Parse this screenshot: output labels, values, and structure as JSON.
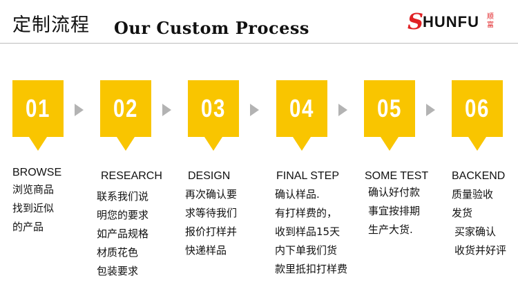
{
  "header": {
    "title_cn": "定制流程",
    "title_en": "Our Custom Process",
    "logo": {
      "mark": "S",
      "text": "HUNFU",
      "seal": "顺富"
    }
  },
  "colors": {
    "accent": "#f9c500",
    "arrow": "#b3b3b3",
    "logo_red": "#e02225"
  },
  "steps": [
    {
      "number": "01",
      "label": "BROWSE",
      "lines": [
        "浏览商品",
        "找到近似",
        "的产品"
      ]
    },
    {
      "number": "02",
      "label": "RESEARCH",
      "lines": [
        "联系我们说",
        "明您的要求",
        "如产品规格",
        "材质花色",
        "包装要求"
      ]
    },
    {
      "number": "03",
      "label": "DESIGN",
      "lines": [
        "再次确认要",
        "求等待我们",
        "报价打样并",
        "快递样品"
      ]
    },
    {
      "number": "04",
      "label": "FINAL STEP",
      "lines": [
        "确认样品.",
        "有打样费的，",
        "收到样品15天",
        "内下单我们货",
        "款里抵扣打样费"
      ]
    },
    {
      "number": "05",
      "label": "SOME TEST",
      "lines": [
        "确认好付款",
        "事宜按排期",
        "生产大货."
      ]
    },
    {
      "number": "06",
      "label": "BACKEND",
      "lines": [
        "质量验收",
        "发货",
        "买家确认",
        "收货并好评"
      ]
    }
  ]
}
